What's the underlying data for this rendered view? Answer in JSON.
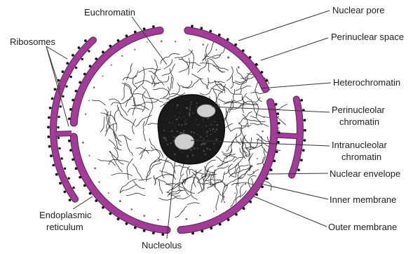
{
  "title": "",
  "labels": {
    "euchromatin": "Euchromatin",
    "nuclear_pore": "Nuclear pore",
    "ribosomes": "Ribosomes",
    "perinuclear_space": "Perinuclear space",
    "heterochromatin": "Heterochromatin",
    "perinucleolar_chromatin_1": "Perinucleolar",
    "perinucleolar_chromatin_2": "chromatin",
    "intranucleolar_chromatin_1": "Intranucleolar",
    "intranucleolar_chromatin_2": "chromatin",
    "nuclear_envelope": "Nuclear envelope",
    "inner_membrane": "Inner membrane",
    "outer_membrane": "Outer membrane",
    "endoplasmic_reticulum_1": "Endoplasmic",
    "endoplasmic_reticulum_2": "reticulum",
    "nucleolus": "Nucleolus"
  },
  "colors": {
    "membrane": "#a23c97",
    "membrane_edge": "#5a1f54",
    "ribosome": "#151515",
    "nucleolus": "#1a1a1a",
    "chromatin": "#2b2b2b",
    "label_text": "#1d1d1d",
    "leader_line": "#333333"
  }
}
